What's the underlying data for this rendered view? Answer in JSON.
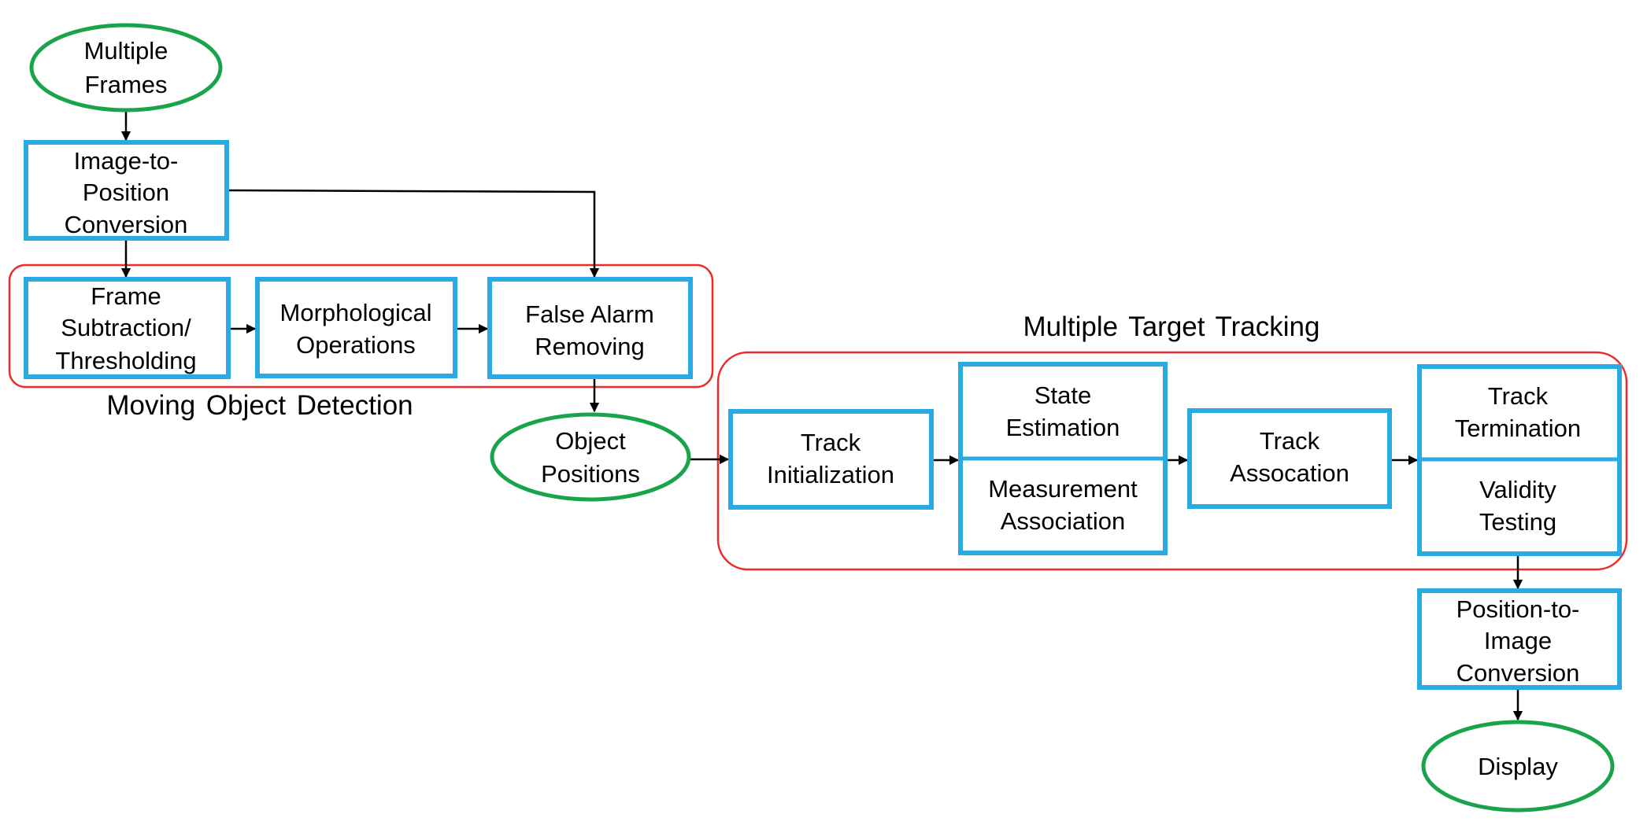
{
  "colors": {
    "process_box": "#29aae2",
    "terminal": "#19a44b",
    "group": "#ee2a2a",
    "arrow": "#000000"
  },
  "nodes": {
    "multiple_frames": [
      "Multiple",
      "Frames"
    ],
    "image_to_position": [
      "Image-to-",
      "Position",
      "Conversion"
    ],
    "frame_subtraction": [
      "Frame",
      "Subtraction/",
      "Thresholding"
    ],
    "morphological": [
      "Morphological",
      "Operations"
    ],
    "false_alarm": [
      "False Alarm",
      "Removing"
    ],
    "object_positions": [
      "Object",
      "Positions"
    ],
    "track_initialization": [
      "Track",
      "Initialization"
    ],
    "state_estimation": [
      "State",
      "Estimation"
    ],
    "measurement_association": [
      "Measurement",
      "Association"
    ],
    "track_association": [
      "Track",
      "Assocation"
    ],
    "track_termination": [
      "Track",
      "Termination"
    ],
    "validity_testing": [
      "Validity",
      "Testing"
    ],
    "position_to_image": [
      "Position-to-",
      "Image",
      "Conversion"
    ],
    "display": [
      "Display"
    ]
  },
  "groups": {
    "moving_object_detection": "Moving Object Detection",
    "multiple_target_tracking": "Multiple Target Tracking"
  }
}
